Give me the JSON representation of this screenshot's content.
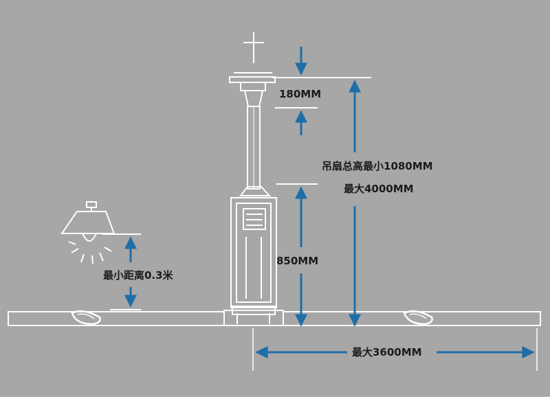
{
  "colors": {
    "background": "#a7a7a7",
    "line": "#ffffff",
    "arrow": "#1e6ea8",
    "text": "#1b1b1b"
  },
  "icons": {
    "lamp": "ceiling-lamp-icon",
    "fan": "ceiling-fan-icon"
  },
  "labels": {
    "top_gap": "180MM",
    "total_height_line1": "吊扇总高最小1080MM",
    "total_height_line2": "最大4000MM",
    "motor_height": "850MM",
    "min_distance": "最小距离0.3米",
    "max_width": "最大3600MM"
  }
}
